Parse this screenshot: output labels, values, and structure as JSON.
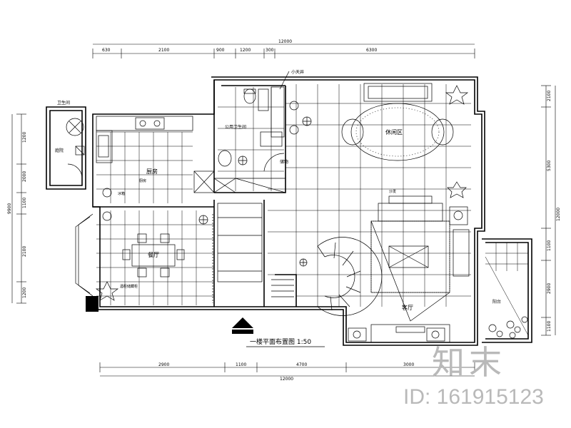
{
  "title": "一楼平面布置图 1:50",
  "rooms": {
    "kitchen": "厨房",
    "dining": "餐厅",
    "living": "客厅",
    "family_room": "休闲区",
    "bathroom": "公用卫生间",
    "terrace": "阳台",
    "garden": "庭院",
    "storage": "储物"
  },
  "annotations": {
    "small_note_top": "小天井",
    "note_left": "卫生间",
    "dining_cabinet": "酒柜储藏柜",
    "kitchen_note": "厨房",
    "fridge": "冰箱",
    "family_sofa_label": "沙发"
  },
  "dimensions": {
    "top": [
      "630",
      "2100",
      "900",
      "1200",
      "300",
      "6300"
    ],
    "top_total": "12000",
    "bottom": [
      "2900",
      "1100",
      "4700",
      "3000"
    ],
    "bottom_total": "12000",
    "left": [
      "1200",
      "2000",
      "1100",
      "2100",
      "1200"
    ],
    "left_total": "9900",
    "right": [
      "2100",
      "5300",
      "1100",
      "2900",
      "1100"
    ],
    "right_total": "12000"
  },
  "watermark": {
    "logo": "知末",
    "id": "ID: 161915123"
  }
}
